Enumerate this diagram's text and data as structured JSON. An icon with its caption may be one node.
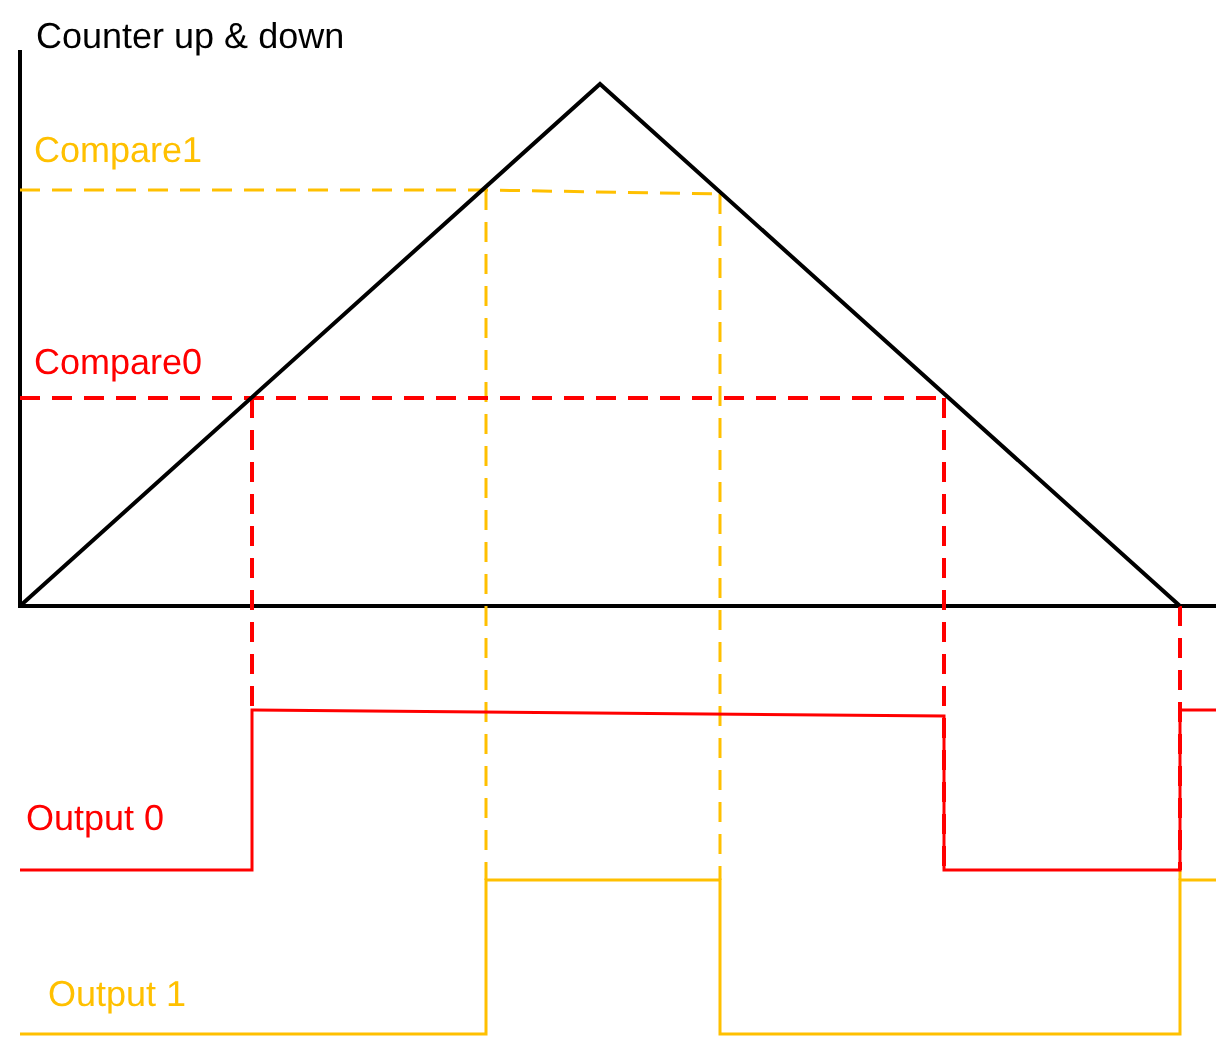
{
  "diagram": {
    "labels": [
      "Counter up & down",
      "Compare1",
      "Compare0",
      "Output 0",
      "Output 1"
    ]
  }
}
